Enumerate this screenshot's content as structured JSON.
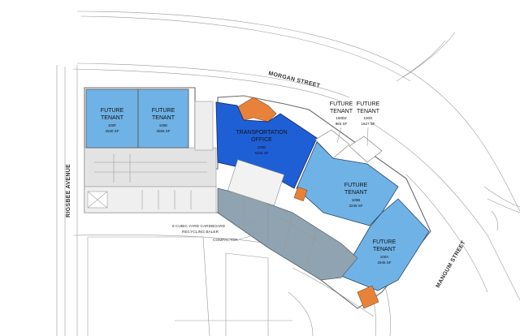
{
  "streets": {
    "north": "MORGAN STREET",
    "west": "RIGSBEE AVENUE",
    "east": "MANGUM STREET"
  },
  "units": [
    {
      "id": "100F",
      "name_line1": "FUTURE",
      "name_line2": "TENANT",
      "unit": "100F",
      "area": "2530 SF",
      "color": "#6fb2e6"
    },
    {
      "id": "100E",
      "name_line1": "FUTURE",
      "name_line2": "TENANT",
      "unit": "100E",
      "area": "2656 SF",
      "color": "#6fb2e6"
    },
    {
      "id": "100D",
      "name_line1": "TRANSPORTATION",
      "name_line2": "OFFICE",
      "unit": "100D",
      "area": "5324 SF",
      "color": "#1f5fd6"
    },
    {
      "id": "100D2",
      "name_line1": "FUTURE",
      "name_line2": "TENANT",
      "unit": "100D2",
      "area": "983 SF",
      "color": "#ffffff"
    },
    {
      "id": "100G",
      "name_line1": "FUTURE",
      "name_line2": "TENANT",
      "unit": "100G",
      "area": "1627 SF",
      "color": "#ffffff"
    },
    {
      "id": "100B",
      "name_line1": "FUTURE",
      "name_line2": "TENANT",
      "unit": "100B",
      "area": "3249 SF",
      "color": "#6fb2e6"
    },
    {
      "id": "100A",
      "name_line1": "FUTURE",
      "name_line2": "TENANT",
      "unit": "100A",
      "area": "2945 SF",
      "color": "#6fb2e6"
    }
  ],
  "annotations": {
    "baler_line1": "8 CUBIC YARD CARDBOARD",
    "baler_line2": "RECYCLING BALER",
    "compactor": "COMPACTOR"
  },
  "colors": {
    "tenant_fill": "#6fb2e6",
    "office_fill": "#1f5fd6",
    "core_fill": "#e8823a",
    "service_fill": "#8fa3b0",
    "plaza_fill": "#e3e3e3"
  }
}
